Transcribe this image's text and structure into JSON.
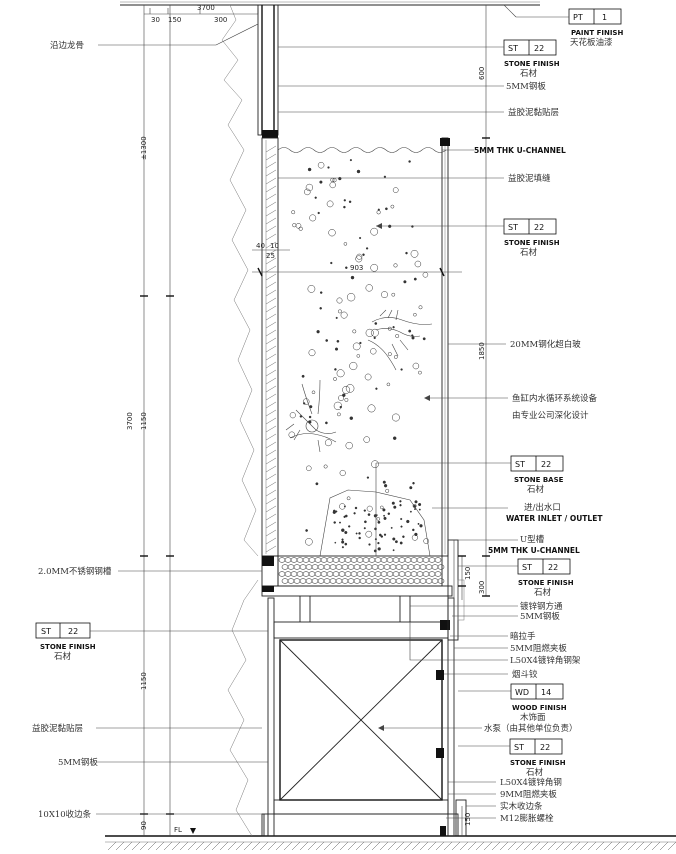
{
  "dims": {
    "top_3700": "3700",
    "d_30": "30",
    "d_150": "150",
    "d_300_top": "300",
    "d_1300": "±1300",
    "d_600": "600",
    "d_3700": "3700",
    "d_1150_mid": "1150",
    "d_1150_low": "1150",
    "d_1850": "1850",
    "d_40": "40",
    "d_10": "10",
    "d_25": "25",
    "d_903": "903",
    "d_150_right": "150",
    "d_300_right": "300",
    "d_150_bottom": "150",
    "d_90": "90",
    "fl": "FL"
  },
  "left_labels": {
    "l1": "沿边龙骨",
    "l2": "2.0MM不锈钢钢槽",
    "l3": "益胶泥黏贴层",
    "l4": "5MM钢板",
    "l5": "10X10收边条"
  },
  "left_tag": {
    "code": "ST",
    "num": "22",
    "name": "STONE FINISH",
    "cn": "石材"
  },
  "tags": [
    {
      "code": "PT",
      "num": "1",
      "name": "PAINT FINISH",
      "cn": "天花板油漆"
    },
    {
      "code": "ST",
      "num": "22",
      "name": "STONE FINISH",
      "cn": "石材"
    },
    {
      "code": "ST",
      "num": "22",
      "name": "STONE FINISH",
      "cn": "石材"
    },
    {
      "code": "ST",
      "num": "22",
      "name": "STONE BASE",
      "cn": "石材"
    },
    {
      "code": "ST",
      "num": "22",
      "name": "STONE FINISH",
      "cn": "石材"
    },
    {
      "code": "WD",
      "num": "14",
      "name": "WOOD FINISH",
      "cn": "木饰面"
    },
    {
      "code": "ST",
      "num": "22",
      "name": "STONE FINISH",
      "cn": "石材"
    }
  ],
  "right_labels": {
    "r1": "5MM钢板",
    "r2": "益胶泥黏贴层",
    "r3": "5MM THK U-CHANNEL",
    "r4": "益胶泥填缝",
    "r5": "20MM钢化超白玻",
    "r6a": "鱼缸内水循环系统设备",
    "r6b": "由专业公司深化设计",
    "r7a": "进/出水口",
    "r7b": "WATER INLET / OUTLET",
    "r8a": "U型槽",
    "r8b": "5MM THK U-CHANNEL",
    "r9": "镀锌钢方通",
    "r10": "5MM钢板",
    "r11": "暗拉手",
    "r12": "5MM阻燃夹板",
    "r13": "L50X4镀锌角钢架",
    "r14": "烟斗铰",
    "r15": "水泵（由其他单位负责）",
    "r16": "L50X4镀锌角钢",
    "r17": "9MM阻燃夹板",
    "r18": "实木收边条",
    "r19": "M12膨胀螺栓"
  }
}
